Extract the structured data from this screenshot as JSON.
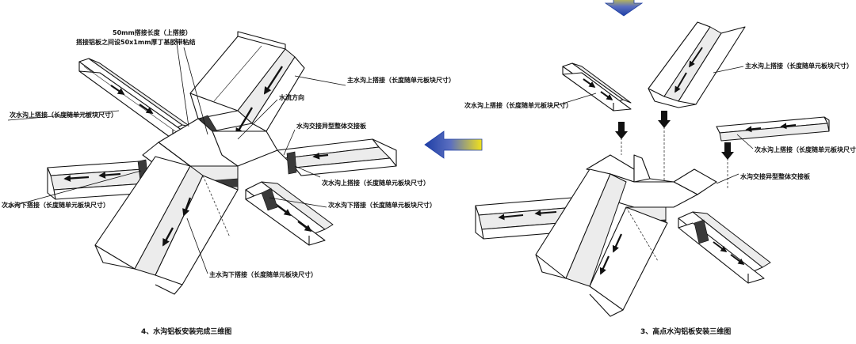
{
  "left_diagram": {
    "label_overlap_50mm": "50mm搭接长度（上搭接）",
    "label_sealant": "搭接铝板之间设50x1mm厚丁基胶带粘结",
    "label_main_upper": "主水沟上搭接（长度随单元板块尺寸）",
    "label_flow_dir": "水流方向",
    "label_junction": "水沟交接异型整体交接板",
    "label_secondary_upper_left": "次水沟上搭接（长度随单元板块尺寸）",
    "label_secondary_upper_right": "次水沟上搭接（长度随单元板块尺寸）",
    "label_secondary_lower_left": "次水沟下搭接（长度随单元板块尺寸）",
    "label_secondary_lower_right": "次水沟下搭接（长度随单元板块尺寸）",
    "label_main_lower": "主水沟下搭接（长度随单元板块尺寸）",
    "caption": "4、水沟铝板安装完成三维图"
  },
  "right_diagram": {
    "label_main_upper": "主水沟上搭接（长度随单元板块尺寸）",
    "label_secondary_upper_left": "次水沟上搭接（长度随单元板块尺寸）",
    "label_secondary_upper_right": "次水沟上搭接（长度随单元板块尺寸）",
    "label_junction": "水沟交接异型整体交接板",
    "caption": "3、高点水沟铝板安装三维图"
  },
  "colors": {
    "arrow_blue": "#1f3fa6",
    "arrow_yellow": "#f2e21a",
    "line": "#111111"
  }
}
